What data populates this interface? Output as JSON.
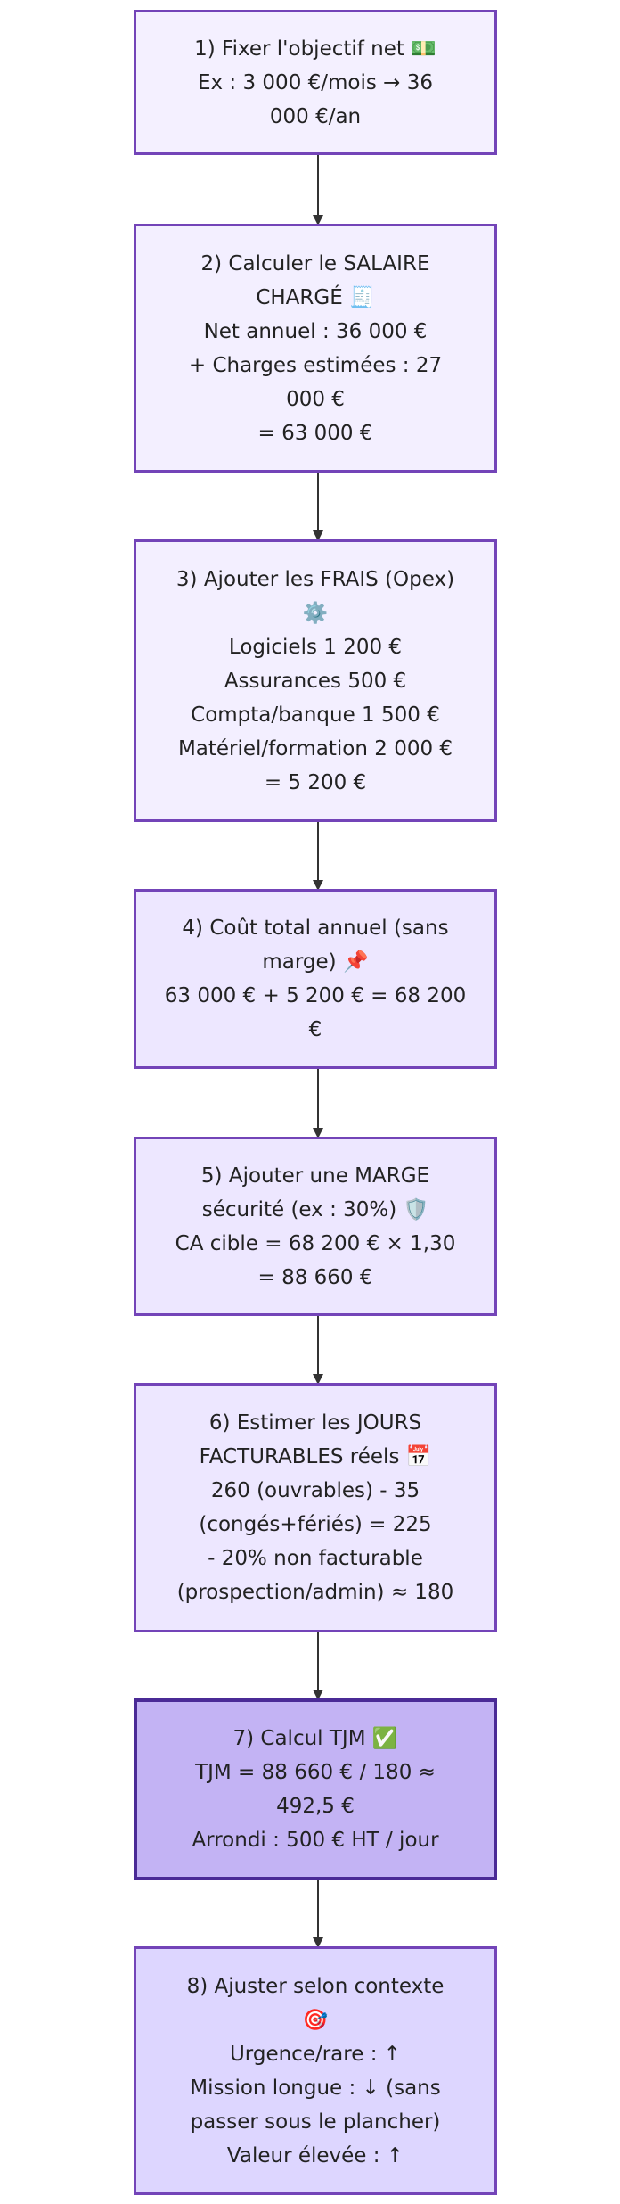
{
  "flow": {
    "steps": [
      {
        "lines": [
          "1) Fixer l'objectif net 💵",
          "Ex : 3 000 €/mois → 36",
          "000 €/an"
        ]
      },
      {
        "lines": [
          "2) Calculer le SALAIRE",
          "CHARGÉ 🧾",
          "Net annuel : 36 000 €",
          "+ Charges estimées : 27",
          "000 €",
          "= 63 000 €"
        ]
      },
      {
        "lines": [
          "3) Ajouter les FRAIS (Opex)",
          "⚙️",
          "Logiciels 1 200 €",
          "Assurances 500 €",
          "Compta/banque 1 500 €",
          "Matériel/formation 2 000 €",
          "= 5 200 €"
        ]
      },
      {
        "lines": [
          "4) Coût total annuel (sans",
          "marge) 📌",
          "63 000 € + 5 200 € = 68 200",
          "€"
        ]
      },
      {
        "lines": [
          "5) Ajouter une MARGE",
          "sécurité (ex : 30%) 🛡️",
          "CA cible = 68 200 € × 1,30",
          "= 88 660 €"
        ]
      },
      {
        "lines": [
          "6) Estimer les JOURS",
          "FACTURABLES réels 📅",
          "260 (ouvrables) - 35",
          "(congés+fériés) = 225",
          "- 20% non facturable",
          "(prospection/admin) ≈ 180"
        ]
      },
      {
        "lines": [
          "7) Calcul TJM ✅",
          "TJM = 88 660 € / 180 ≈",
          "492,5 €",
          "Arrondi : 500 € HT / jour"
        ]
      },
      {
        "lines": [
          "8) Ajuster selon contexte",
          "🎯",
          "Urgence/rare : ↑",
          "Mission longue : ↓ (sans",
          "passer sous le plancher)",
          "Valeur élevée : ↑"
        ]
      }
    ]
  }
}
